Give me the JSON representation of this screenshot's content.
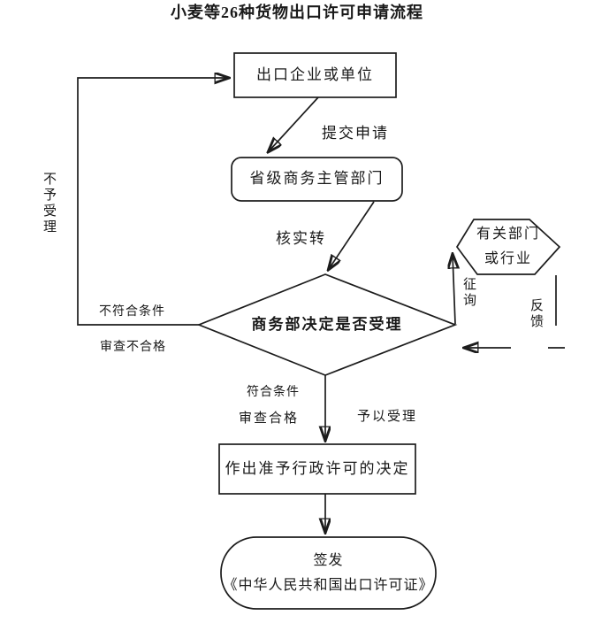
{
  "title": "小麦等26种货物出口许可申请流程",
  "colors": {
    "background": "#ffffff",
    "line": "#1c1c1c",
    "text": "#1a1a1a"
  },
  "nodes": {
    "export_enterprise": {
      "label": "出口企业或单位"
    },
    "provincial_commerce_dept": {
      "label": "省级商务主管部门"
    },
    "mofcom_decision": {
      "label": "商务部决定是否受理"
    },
    "related_depts": {
      "line1": "有关部门",
      "line2": "或行业"
    },
    "grant_decision": {
      "label": "作出准予行政许可的决定"
    },
    "issue_license": {
      "line1": "签发",
      "line2": "《中华人民共和国出口许可证》"
    }
  },
  "edge_labels": {
    "submit_application": "提交申请",
    "verify_and_transfer": "核实转",
    "not_accepted": "不予受理",
    "not_meet_conditions": "不符合条件",
    "review_failed": "审查不合格",
    "meet_conditions": "符合条件",
    "review_passed": "审查合格",
    "accept": "予以受理",
    "inquiry": "征询",
    "feedback": "反馈"
  }
}
